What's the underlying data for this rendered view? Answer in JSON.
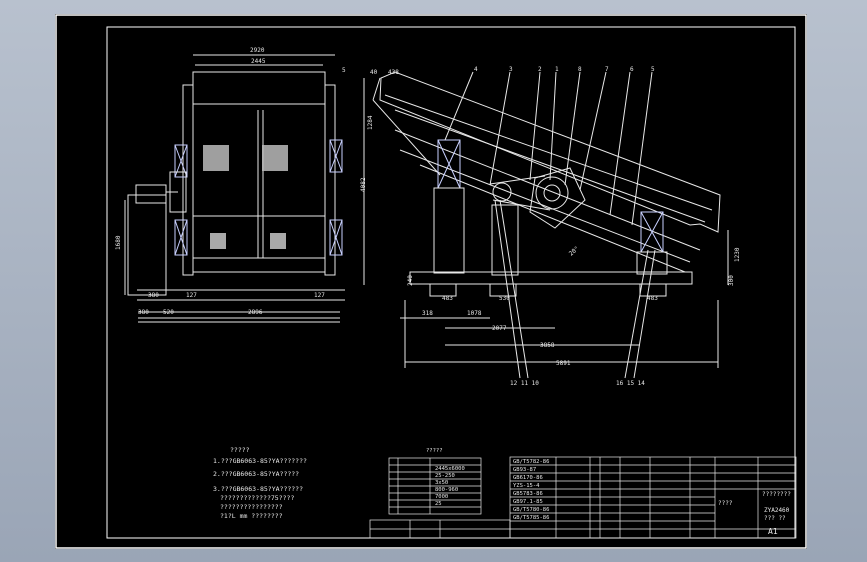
{
  "drawing": {
    "end_view": {
      "dim_width_overall": "2920",
      "dim_width_inner": "2445",
      "dim_height": "1680",
      "dim_left_a": "380",
      "dim_left_b": "127",
      "dim_right_b": "127",
      "dim_bottom_a": "380",
      "dim_bottom_b": "520",
      "dim_bottom_c": "2896",
      "callout": "5"
    },
    "side_view": {
      "dim_a": "40",
      "dim_b": "438",
      "dim_c": "1284",
      "dim_height": "4082",
      "dim_d": "1230",
      "dim_e": "300",
      "dim_f": "240",
      "dim_g": "483",
      "dim_h": "530",
      "dim_i": "483",
      "dim_j": "318",
      "dim_k": "1078",
      "dim_l": "2077",
      "dim_m": "3858",
      "dim_total": "5891",
      "dim_angle": "20°",
      "callout_bottom_left": "12 11 10",
      "callout_bottom_right": "16 15 14",
      "callouts": [
        "4",
        "3",
        "2",
        "1",
        "8",
        "7",
        "6",
        "5"
      ]
    }
  },
  "notes": {
    "title": "?????",
    "lines": [
      "1.???GB6063-85?YA???????",
      "2.???GB6063-85?YA?????",
      "3.???GB6063-85?YA??????",
      "?????????????75????",
      "????????????????",
      "?1?L mm ????????"
    ]
  },
  "spec_table": {
    "title": "?????",
    "rows": [
      "2445x6000",
      "25-250",
      "3x50",
      "800-960",
      "7000",
      "25"
    ]
  },
  "title_block": {
    "parts": [
      "GB/T5782-86",
      "GB93-87",
      "GB6170-86",
      "YZS-15-4",
      "GB5783-86",
      "GB97.1-85",
      "GB/T5780-86",
      "GB/T5785-86"
    ],
    "drawing_name": "????",
    "organization": "????????",
    "model": "ZYA2460",
    "sheet_label": "??? ??",
    "sheet_size": "A1"
  }
}
